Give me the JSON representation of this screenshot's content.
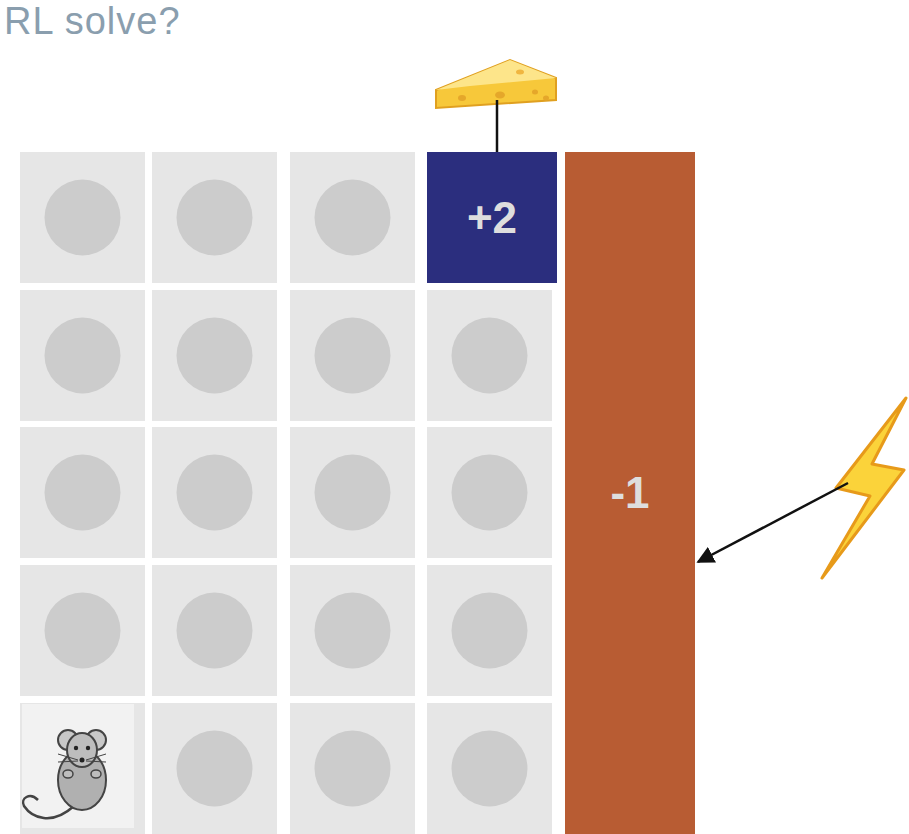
{
  "diagram": {
    "title": "RL solve?",
    "nodes": [
      {
        "text": [
          "+2"
        ]
      },
      {
        "text": [
          "-1"
        ]
      }
    ]
  }
}
